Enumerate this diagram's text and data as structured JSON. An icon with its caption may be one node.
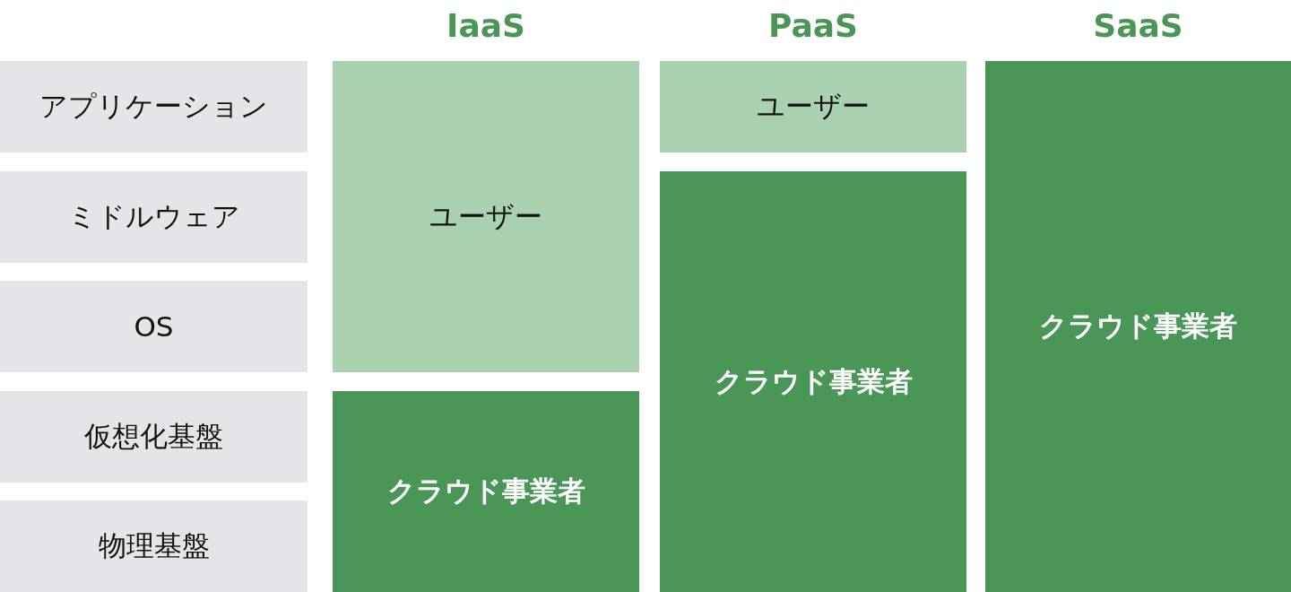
{
  "diagram": {
    "nodes": [
      {
        "text": [
          "アプリケーション"
        ]
      },
      {
        "text": [
          "ミドルウェア"
        ]
      },
      {
        "text": [
          "OS"
        ]
      },
      {
        "text": [
          "仮想化基盤"
        ]
      },
      {
        "text": [
          "物理基盤"
        ]
      },
      {
        "text": [
          "ユーザー"
        ]
      },
      {
        "text": [
          "クラウド事業者"
        ]
      },
      {
        "text": [
          "ユーザー"
        ]
      },
      {
        "text": [
          "クラウド事業者"
        ]
      },
      {
        "text": [
          "クラウド事業者"
        ]
      }
    ],
    "labels": [
      "IaaS",
      "PaaS",
      "SaaS"
    ]
  }
}
